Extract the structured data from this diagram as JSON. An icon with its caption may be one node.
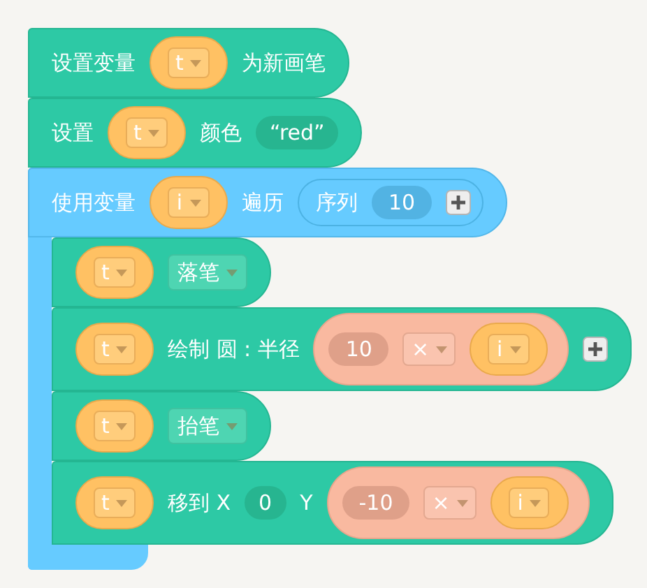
{
  "diagram": {
    "nodes": [
      {
        "text": [
          "设置变量",
          "为新画笔"
        ]
      },
      {
        "text": [
          "t"
        ],
        "in": 0
      },
      {
        "text": [
          "设置",
          "颜色"
        ]
      },
      {
        "text": [
          "t"
        ],
        "in": 2
      },
      {
        "text": [
          "“red”"
        ],
        "in": 2
      },
      {
        "text": [
          "使用变量",
          "遍历"
        ]
      },
      {
        "text": [
          "i"
        ],
        "in": 5
      },
      {
        "text": [
          "序列"
        ],
        "in": 5
      },
      {
        "text": [
          "10"
        ],
        "in": 7
      },
      {
        "text": [],
        "shape": "box",
        "in": 5
      },
      {
        "text": [
          "t"
        ],
        "in": 9
      },
      {
        "text": [
          "落笔"
        ],
        "in": 9
      },
      {
        "text": [
          "绘制 圆 : 半径"
        ],
        "in": 5
      },
      {
        "text": [
          "t"
        ],
        "in": 12
      },
      {
        "text": [],
        "shape": "box",
        "in": 12
      },
      {
        "text": [
          "10"
        ],
        "in": 14
      },
      {
        "text": [
          "×"
        ],
        "in": 14
      },
      {
        "text": [
          "i"
        ],
        "in": 14
      },
      {
        "text": [],
        "shape": "box",
        "in": 5
      },
      {
        "text": [
          "t"
        ],
        "in": 18
      },
      {
        "text": [
          "抬笔"
        ],
        "in": 18
      },
      {
        "text": [
          "移到 X",
          "Y"
        ],
        "in": 5
      },
      {
        "text": [
          "t"
        ],
        "in": 21
      },
      {
        "text": [
          "0"
        ],
        "in": 21
      },
      {
        "text": [],
        "shape": "box",
        "in": 21
      },
      {
        "text": [
          "-10"
        ],
        "in": 24
      },
      {
        "text": [
          "×"
        ],
        "in": 24
      },
      {
        "text": [
          "i"
        ],
        "in": 24
      }
    ],
    "edges": []
  }
}
